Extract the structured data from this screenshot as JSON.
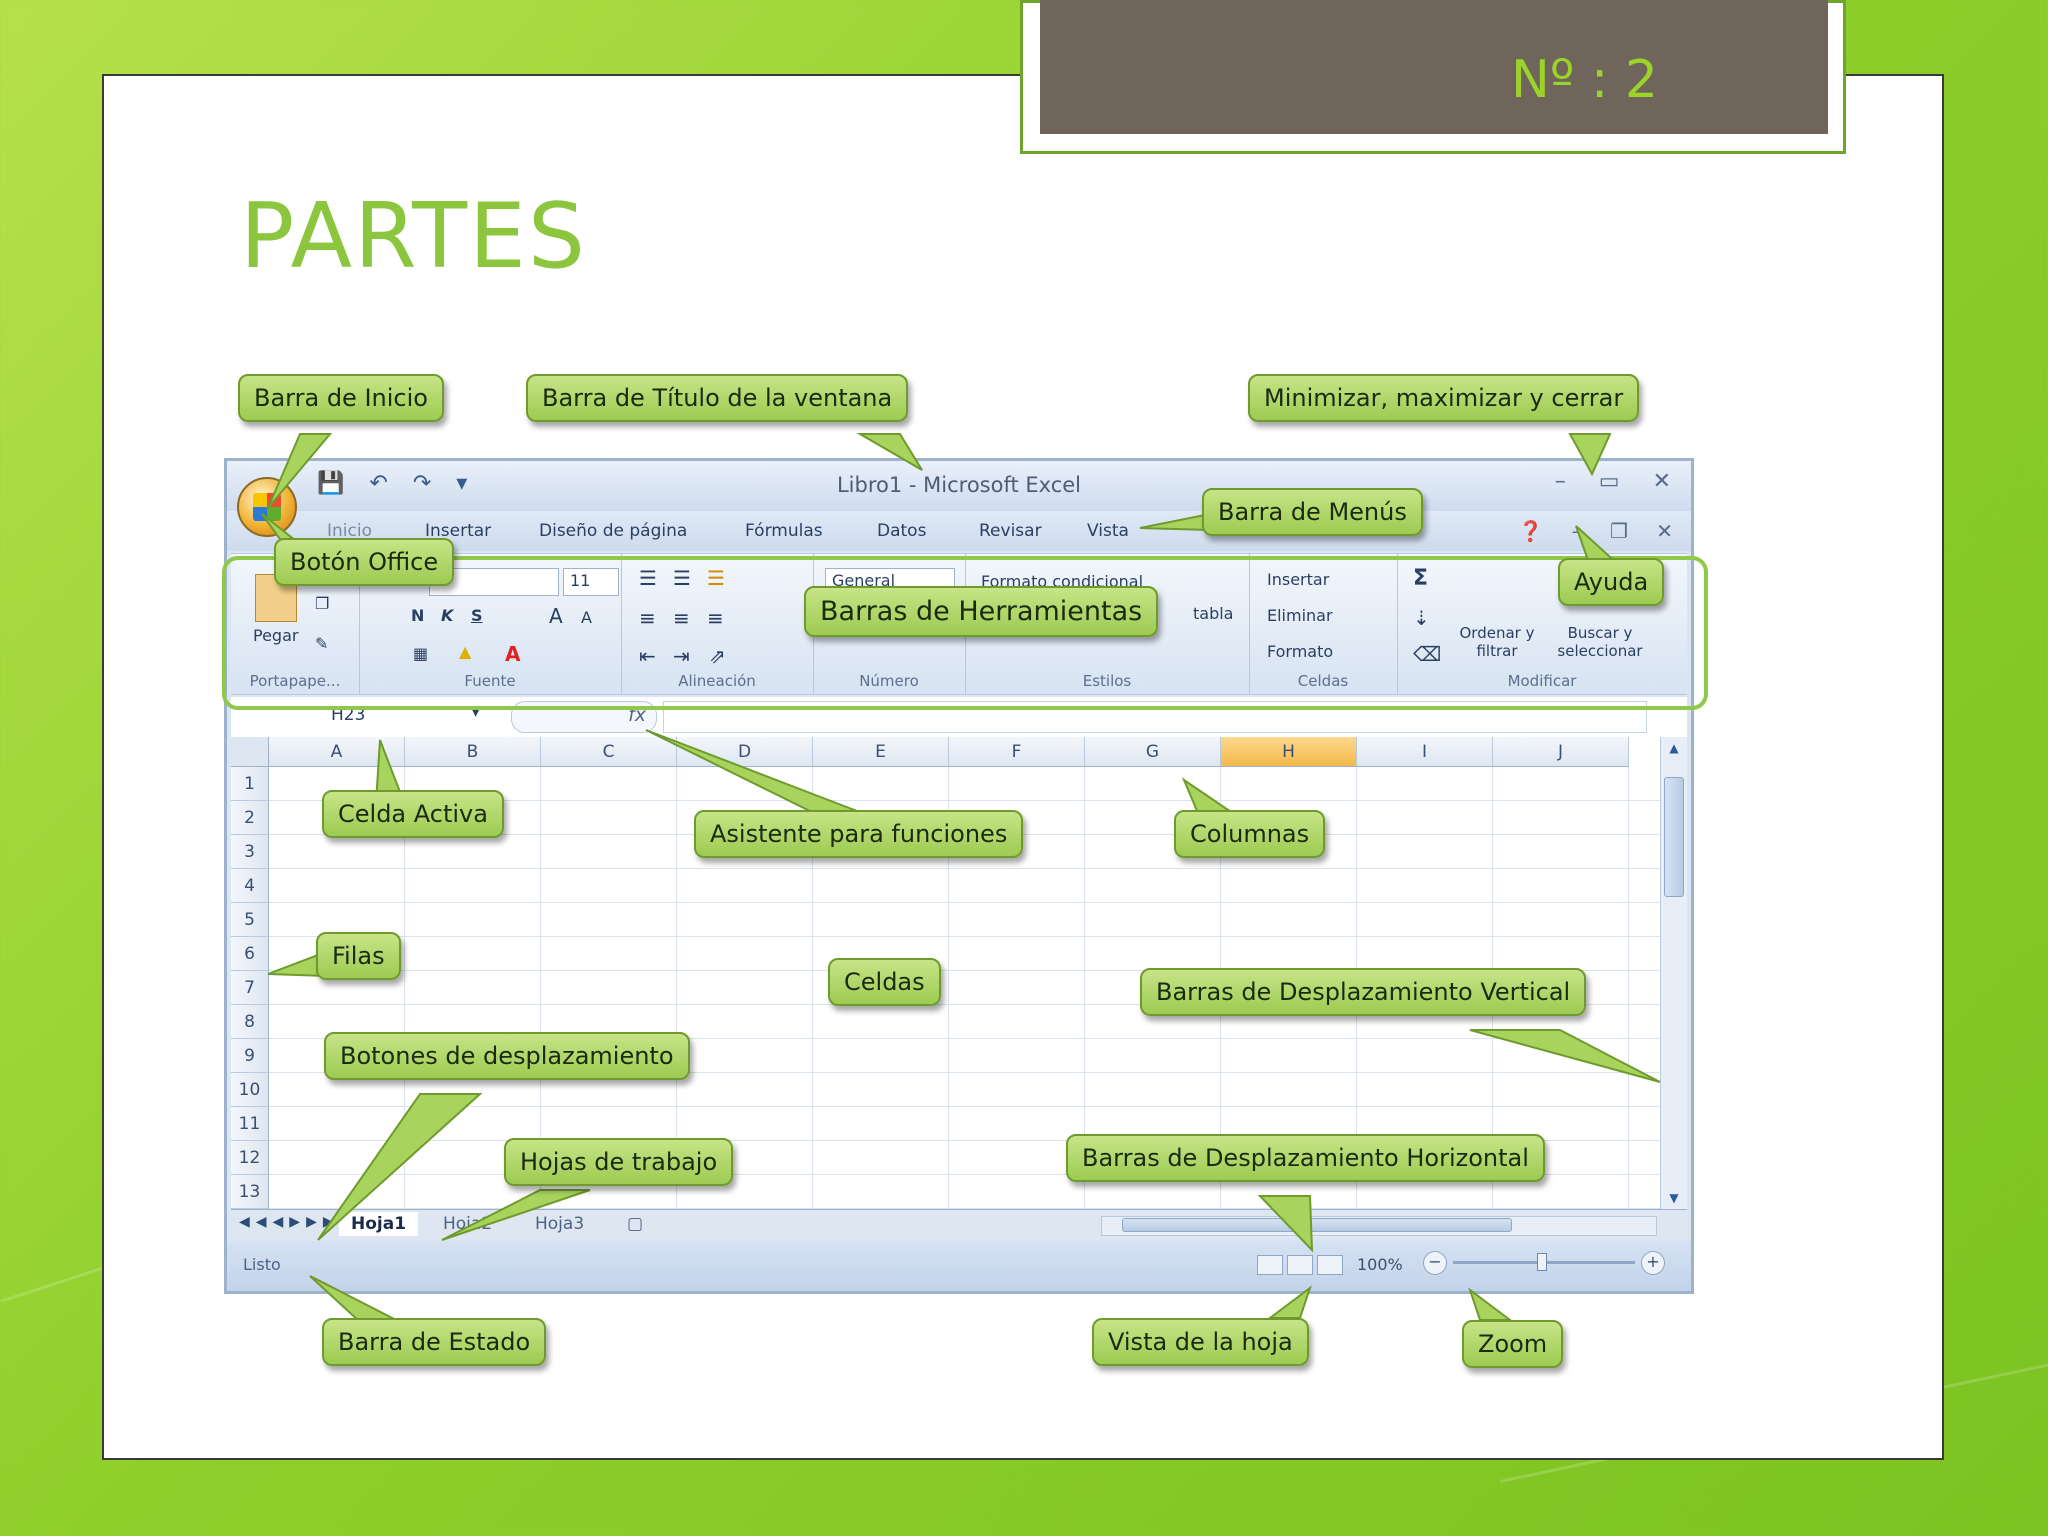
{
  "slide": {
    "number": "Nº : 2",
    "title": "PARTES"
  },
  "excel": {
    "title": "Libro1 - Microsoft Excel",
    "menu_tabs": [
      "Inicio",
      "Insertar",
      "Diseño de página",
      "Fórmulas",
      "Datos",
      "Revisar",
      "Vista"
    ],
    "ribbon": {
      "paste_label": "Pegar",
      "font_size": "11",
      "bold": "N",
      "italic": "K",
      "underline": "S",
      "number_format": "General",
      "conditional_format": "Formato condicional",
      "table_format": "tabla",
      "insert": "Insertar",
      "delete": "Eliminar",
      "format": "Formato",
      "sort_filter": "Ordenar y filtrar",
      "find_select": "Buscar y seleccionar",
      "groups": [
        "Portapape...",
        "Fuente",
        "Alineación",
        "Número",
        "Estilos",
        "Celdas",
        "Modificar"
      ]
    },
    "name_box": "H23",
    "fx_label": "fx",
    "columns": [
      "A",
      "B",
      "C",
      "D",
      "E",
      "F",
      "G",
      "H",
      "I",
      "J"
    ],
    "active_column": "H",
    "rows": [
      "1",
      "2",
      "3",
      "4",
      "5",
      "6",
      "7",
      "8",
      "9",
      "10",
      "11",
      "12",
      "13"
    ],
    "sheets": [
      "Hoja1",
      "Hoja2",
      "Hoja3"
    ],
    "active_sheet": "Hoja1",
    "status": "Listo",
    "zoom": "100%"
  },
  "callouts": {
    "barra_inicio": "Barra de Inicio",
    "barra_titulo": "Barra de Título de la ventana",
    "min_max_close": "Minimizar, maximizar y cerrar",
    "barra_menus": "Barra de Menús",
    "boton_office": "Botón Office",
    "ayuda": "Ayuda",
    "barras_herramientas": "Barras de Herramientas",
    "celda_activa": "Celda Activa",
    "asistente_funciones": "Asistente para funciones",
    "columnas": "Columnas",
    "filas": "Filas",
    "celdas": "Celdas",
    "desplazamiento_vertical": "Barras de  Desplazamiento  Vertical",
    "botones_desplazamiento": "Botones de desplazamiento",
    "hojas_trabajo": "Hojas de trabajo",
    "desplazamiento_horizontal": "Barras de  Desplazamiento  Horizontal",
    "barra_estado": "Barra de Estado",
    "vista_hoja": "Vista de la hoja",
    "zoom": "Zoom"
  },
  "colors": {
    "background": "#8fcf2c",
    "accent_green": "#8cc63e",
    "number_box": "#6f655a",
    "callout_fill": "#b5da70"
  }
}
